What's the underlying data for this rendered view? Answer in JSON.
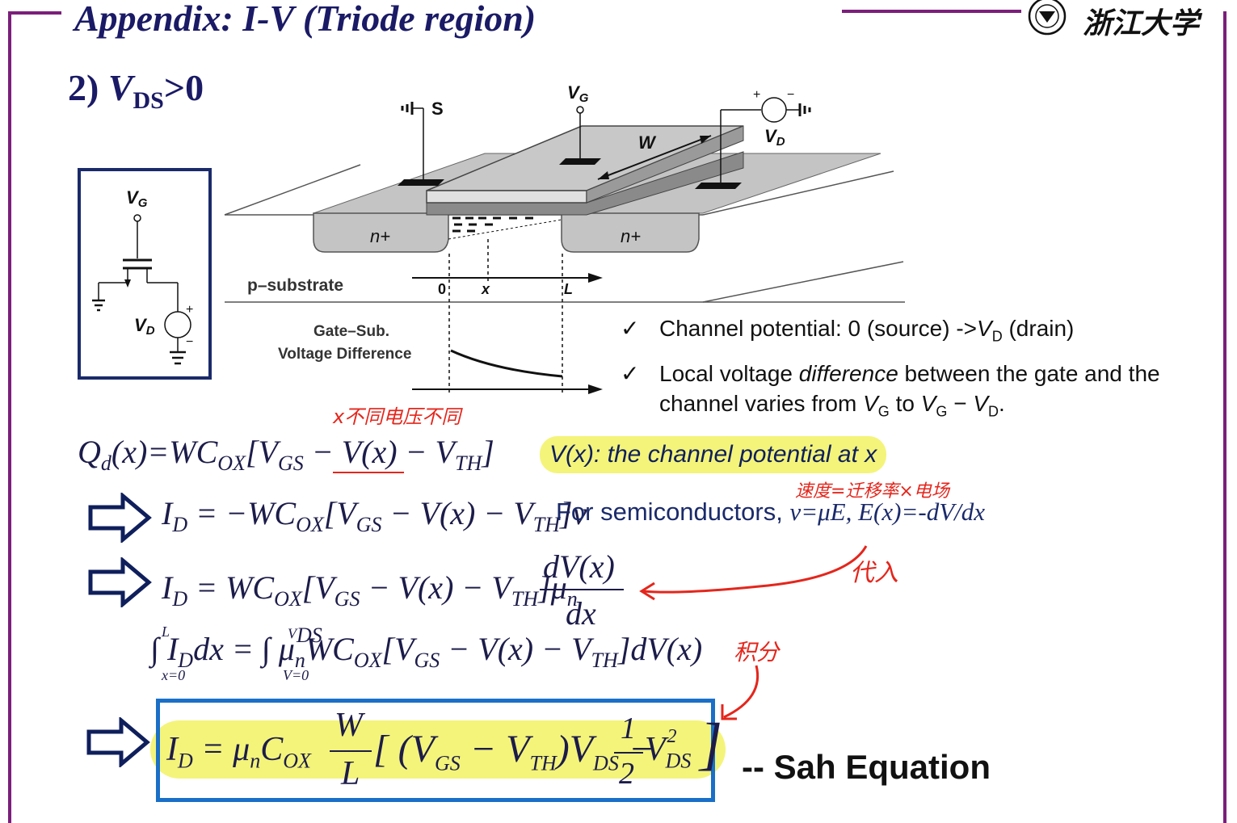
{
  "title": "Appendix: I-V (Triode region)",
  "subtitle_prefix": "2) ",
  "subtitle_v": "V",
  "subtitle_sub": "DS",
  "subtitle_suffix": ">0",
  "logo_text": "浙江大学",
  "diagram": {
    "vg": "V",
    "vg_sub": "G",
    "s_label": "S",
    "vd": "V",
    "vd_sub": "D",
    "w_label": "W",
    "n_plus": "n+",
    "substrate": "p–substrate",
    "axis_0": "0",
    "axis_x": "x",
    "axis_L": "L",
    "gate_sub_line1": "Gate–Sub.",
    "gate_sub_line2": "Voltage Difference",
    "plus": "+",
    "minus": "−"
  },
  "bullets": [
    {
      "check": "✓",
      "text_a": "Channel potential: 0 (source) ->",
      "v": "V",
      "sub": "D",
      "text_b": " (drain)"
    },
    {
      "check": "✓",
      "text_a": "Local voltage ",
      "em": "difference",
      "text_b": " between the gate and the channel varies from ",
      "v1": "V",
      "s1": "G",
      "mid": " to ",
      "v2": "V",
      "s2": "G",
      "dash": " − ",
      "v3": "V",
      "s3": "D",
      "end": "."
    }
  ],
  "highlight": "V(x): the channel potential at x",
  "red_notes": {
    "note1": "x不同电压不同",
    "note2": "速度=迁移率×电场",
    "note3": "代入",
    "note4": "积分"
  },
  "semiconductors": {
    "label": "For semiconductors, ",
    "formula": "v=μE, E(x)=-dV/dx"
  },
  "sah_label": "-- Sah Equation",
  "colors": {
    "frame": "#7a1f7a",
    "title": "#1a1a66",
    "highlight": "#f4f47a",
    "red": "#e4261c",
    "box": "#1a6fc7",
    "arrow": "#0f1f5c"
  }
}
